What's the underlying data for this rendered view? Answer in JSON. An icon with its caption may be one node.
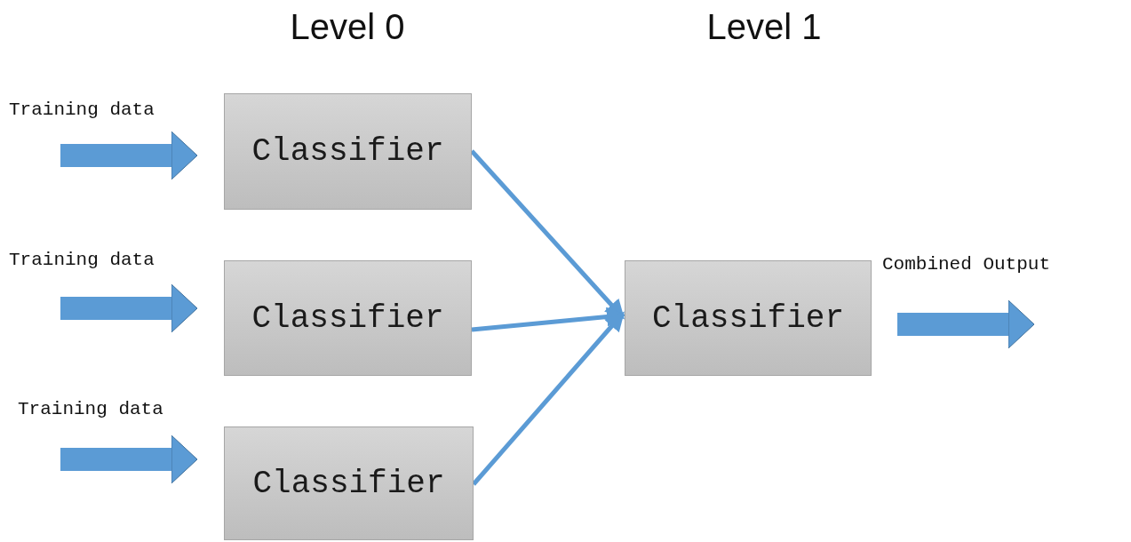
{
  "diagram": {
    "nodes": [
      {
        "text": [
          "Classifier"
        ]
      },
      {
        "text": [
          "Classifier"
        ]
      },
      {
        "text": [
          "Classifier"
        ]
      },
      {
        "text": [
          "Classifier"
        ]
      }
    ],
    "edges": [
      {
        "from": null,
        "to": 0,
        "arrow": "to",
        "label": "Training data"
      },
      {
        "from": null,
        "to": 1,
        "arrow": "to",
        "label": "Training data"
      },
      {
        "from": null,
        "to": 2,
        "arrow": "to",
        "label": "Training data"
      },
      {
        "from": 0,
        "to": 3,
        "arrow": "to"
      },
      {
        "from": 1,
        "to": 3,
        "arrow": "to"
      },
      {
        "from": 2,
        "to": 3,
        "arrow": "to"
      },
      {
        "from": 3,
        "to": null,
        "arrow": "to",
        "label": "Combined Output"
      }
    ],
    "labels": [
      "Level 0",
      "Level 1"
    ]
  }
}
